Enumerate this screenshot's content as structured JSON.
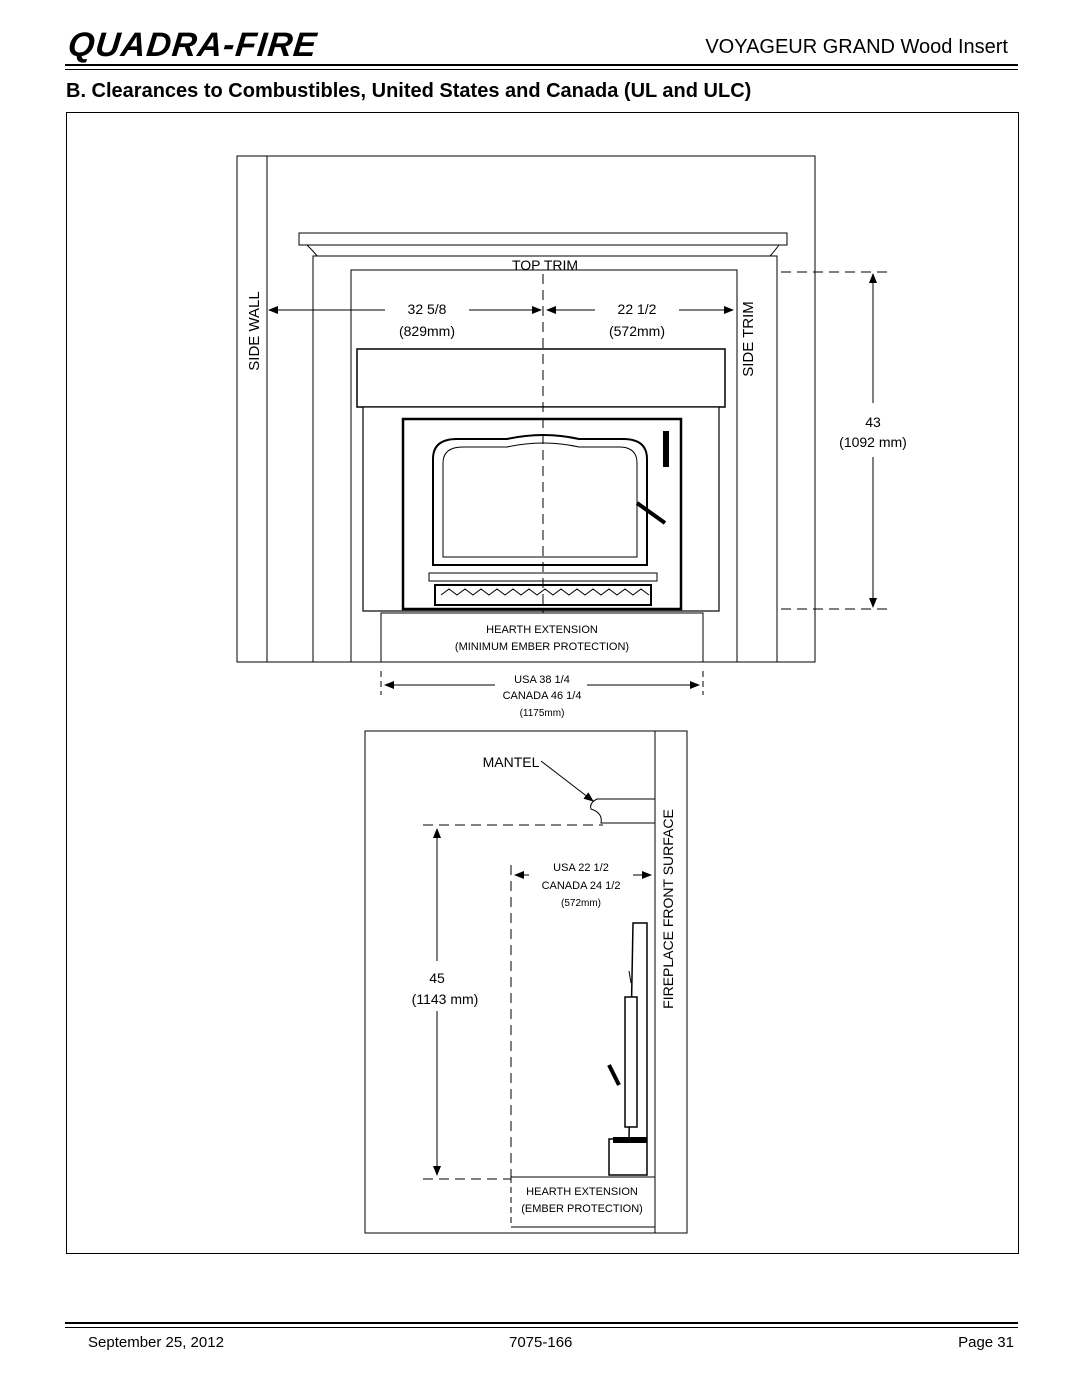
{
  "header": {
    "brand": "QUADRA-FIRE",
    "product_title": "VOYAGEUR GRAND Wood Insert"
  },
  "section": {
    "heading": "B. Clearances to Combustibles, United States and Canada (UL and ULC)"
  },
  "front_view": {
    "side_wall_label": "SIDE WALL",
    "top_trim_label": "TOP TRIM",
    "side_trim_label": "SIDE TRIM",
    "left_dim_in": "32 5/8",
    "left_dim_mm": "(829mm)",
    "right_dim_in": "22 1/2",
    "right_dim_mm": "(572mm)",
    "height_dim_in": "43",
    "height_dim_mm": "(1092 mm)",
    "hearth_label_1": "HEARTH EXTENSION",
    "hearth_label_2": "(MINIMUM EMBER PROTECTION)",
    "hearth_dim_usa": "USA 38 1/4",
    "hearth_dim_canada": "CANADA 46 1/4",
    "hearth_dim_mm": "(1175mm)"
  },
  "side_view": {
    "mantel_label": "MANTEL",
    "fireplace_label": "FIREPLACE FRONT SURFACE",
    "depth_usa": "USA 22 1/2",
    "depth_canada": "CANADA 24 1/2",
    "depth_mm": "(572mm)",
    "height_in": "45",
    "height_mm": "(1143 mm)",
    "hearth_label_1": "HEARTH EXTENSION",
    "hearth_label_2": "(EMBER PROTECTION)"
  },
  "footer": {
    "date": "September 25, 2012",
    "doc_number": "7075-166",
    "page": "Page  31"
  }
}
